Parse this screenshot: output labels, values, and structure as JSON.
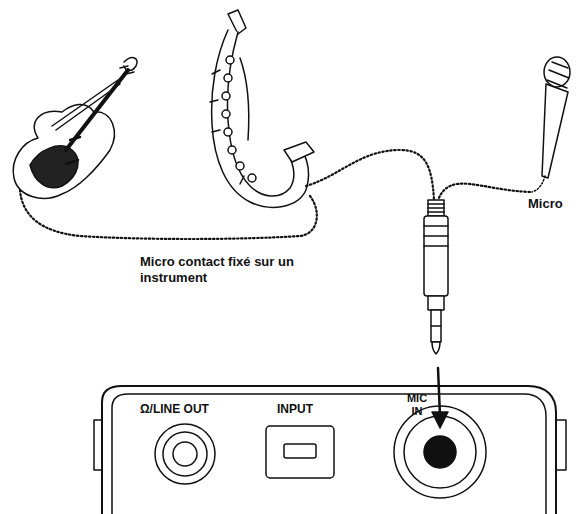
{
  "diagram": {
    "labels": [
      "Micro",
      "Micro contact fixé sur un instrument",
      "Ω/LINE OUT",
      "INPUT",
      "MIC IN"
    ]
  }
}
